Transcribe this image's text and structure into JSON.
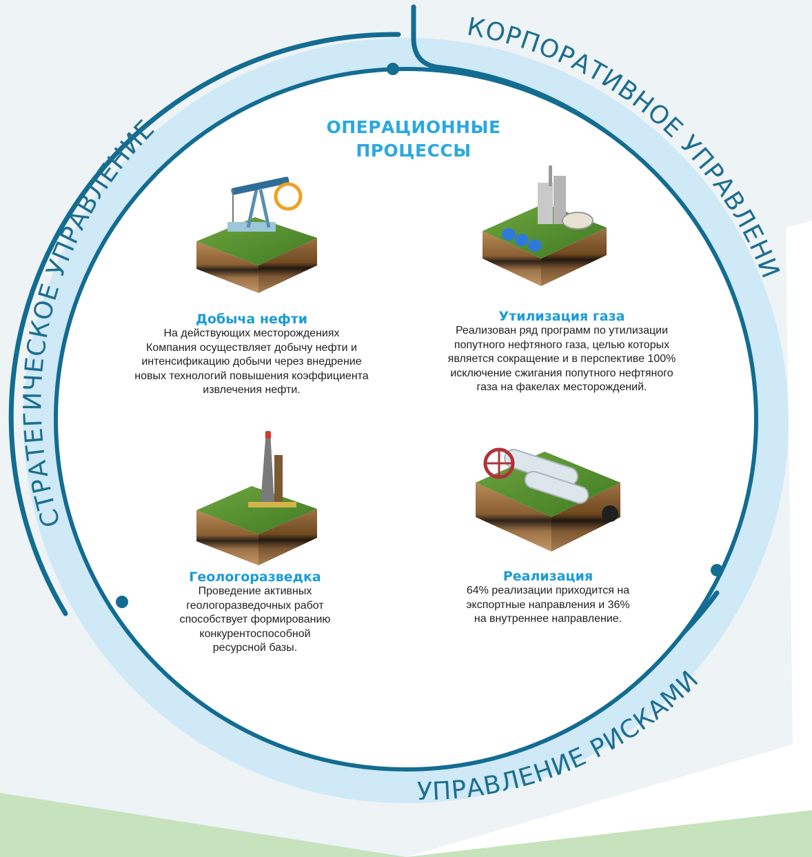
{
  "ring_labels": {
    "strategic": "СТРАТЕГИЧЕСКОЕ УПРАВЛЕНИЕ",
    "corporate": "КОРПОРАТИВНОЕ УПРАВЛЕНИЕ",
    "risks": "УПРАВЛЕНИЕ РИСКАМИ"
  },
  "center_title": [
    "ОПЕРАЦИОННЫЕ",
    "ПРОЦЕССЫ"
  ],
  "processes": [
    {
      "key": "oil-production",
      "title": "Добыча нефти",
      "lines": [
        "На действующих месторождениях",
        "Компания осуществляет добычу нефти и",
        "интенсификацию добычи через внедрение",
        "новых технологий повышения коэффициента",
        "извлечения нефти."
      ],
      "icon": "oil-pump-icon"
    },
    {
      "key": "gas-utilization",
      "title": "Утилизация газа",
      "lines": [
        "Реализован ряд программ по утилизации",
        "попутного нефтяного газа, целью которых",
        "является сокращение и в перспективе 100%",
        "исключение сжигания попутного нефтяного",
        "газа на факелах месторождений."
      ],
      "icon": "gas-plant-icon"
    },
    {
      "key": "exploration",
      "title": "Геологоразведка",
      "lines": [
        "Проведение активных",
        "геологоразведочных работ",
        "способствует формированию",
        "конкурентоспособной",
        "ресурсной базы."
      ],
      "icon": "drilling-rig-icon"
    },
    {
      "key": "sales",
      "title": "Реализация",
      "lines": [
        "64% реализации приходится на",
        "экспортные направления и 36%",
        "на внутреннее направление."
      ],
      "icon": "pipeline-valve-icon"
    }
  ],
  "colors": {
    "ring_dark": "#136c91",
    "band_light": "#cfe9f7",
    "label": "#1d6e8f",
    "accent_title": "#2aa8e0",
    "process_title": "#1a9bd7",
    "bg_shape": "#eef3f5",
    "green_band": "#c6e3bd"
  }
}
